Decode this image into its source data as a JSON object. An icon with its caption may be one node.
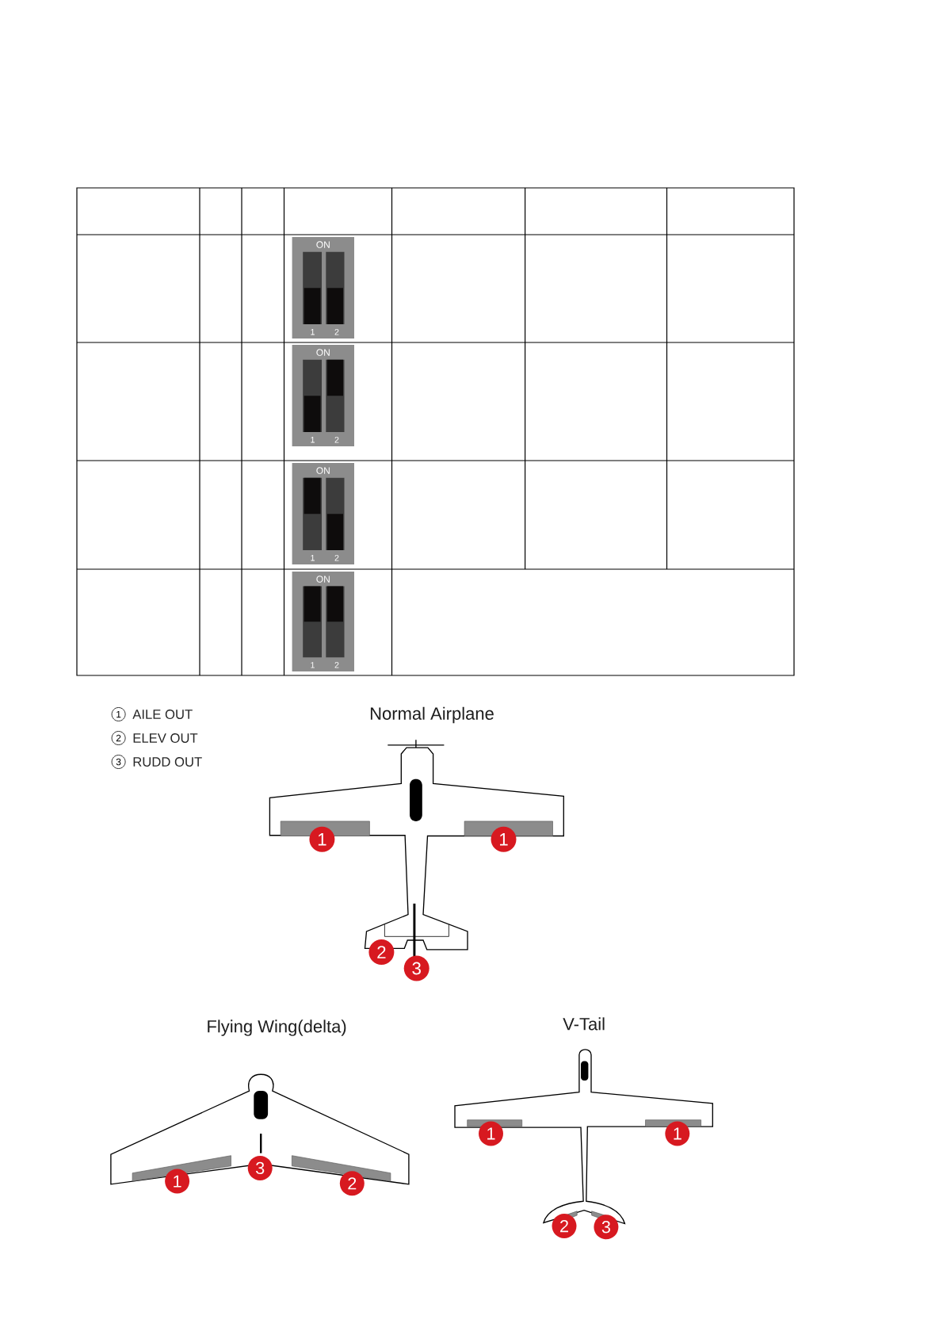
{
  "diagram": {
    "labels": [
      "ON",
      "1",
      "2",
      "ON",
      "1",
      "2",
      "ON",
      "1",
      "2",
      "ON",
      "1",
      "2",
      "1",
      "AILE OUT",
      "2",
      "ELEV OUT",
      "3",
      "RUDD OUT",
      "Normal Airplane",
      "1",
      "1",
      "2",
      "3",
      "Flying Wing(delta)",
      "V-Tail",
      "1",
      "3",
      "2",
      "1",
      "1",
      "2",
      "3"
    ]
  }
}
